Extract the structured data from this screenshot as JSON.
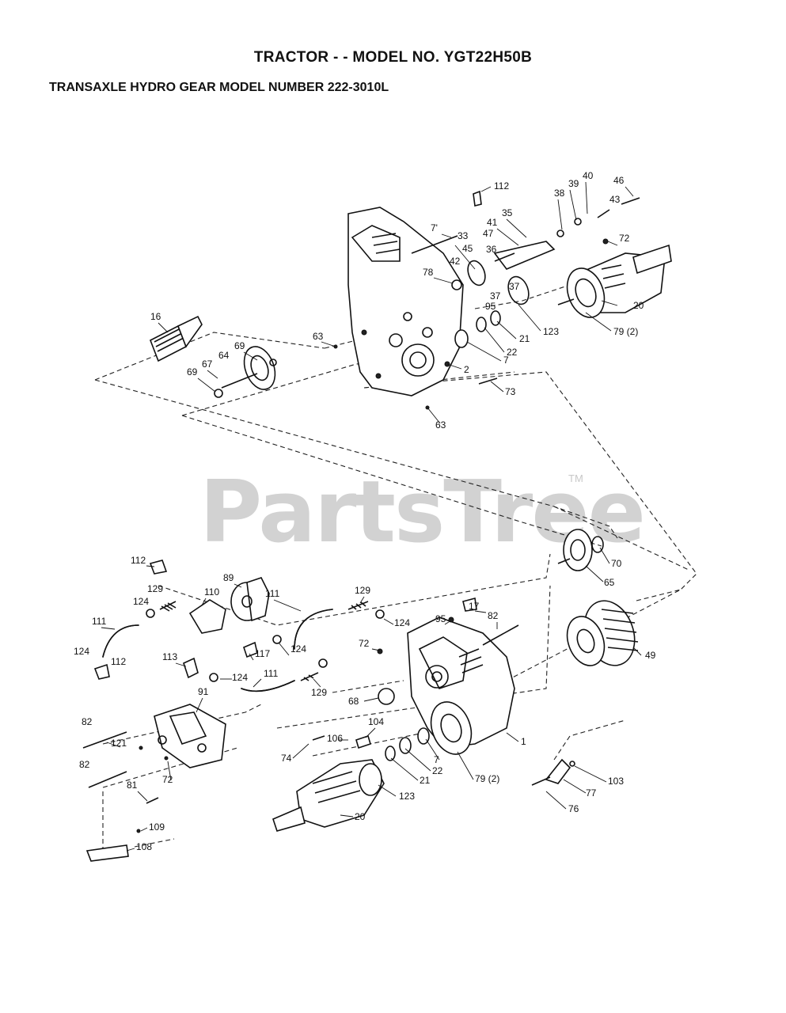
{
  "header": {
    "title": "TRACTOR - - MODEL NO. YGT22H50B",
    "subtitle": "TRANSAXLE HYDRO GEAR MODEL NUMBER 222-3010L"
  },
  "watermark": {
    "text": "PartsTree",
    "tm": "TM"
  },
  "callouts": [
    "112",
    "40",
    "46",
    "39",
    "38",
    "43",
    "7'",
    "35",
    "41",
    "47",
    "33",
    "72",
    "45",
    "36",
    "42",
    "78",
    "37",
    "37",
    "95",
    "20",
    "123",
    "79 (2)",
    "21",
    "22",
    "7",
    "16",
    "63",
    "69",
    "64",
    "67",
    "69",
    "2",
    "73",
    "63",
    "70",
    "65",
    "112",
    "89",
    "129",
    "110",
    "111",
    "129",
    "124",
    "111",
    "124",
    "95",
    "17",
    "82",
    "72",
    "112",
    "117",
    "124",
    "124",
    "113",
    "111",
    "124",
    "49",
    "68",
    "91",
    "129",
    "82",
    "121",
    "104",
    "106",
    "1",
    "74",
    "22",
    "21",
    "7",
    "79 (2)",
    "103",
    "82",
    "72",
    "77",
    "81",
    "123",
    "76",
    "20",
    "109",
    "108"
  ]
}
